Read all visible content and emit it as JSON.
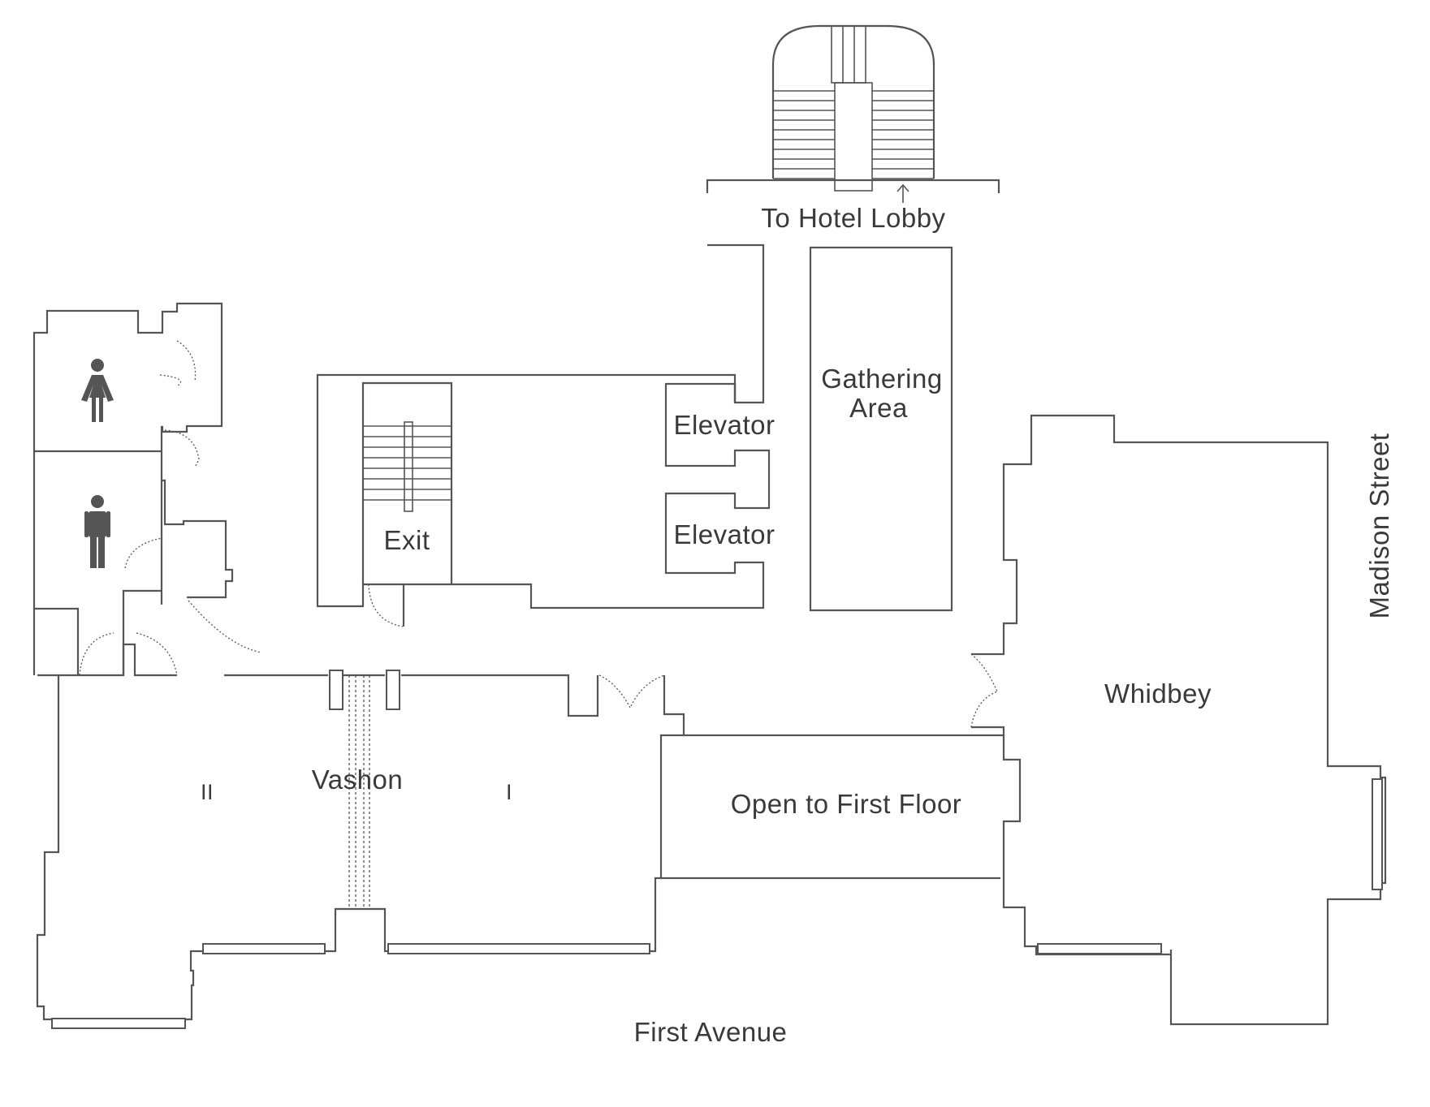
{
  "map": {
    "labels": {
      "to_hotel_lobby": "To Hotel Lobby",
      "gathering_area_line1": "Gathering",
      "gathering_area_line2": "Area",
      "elevator_upper": "Elevator",
      "elevator_lower": "Elevator",
      "exit": "Exit",
      "vashon": "Vashon",
      "section_ii": "II",
      "section_i": "I",
      "open_to_first_floor": "Open to First Floor",
      "whidbey": "Whidbey",
      "first_avenue": "First Avenue",
      "madison_street": "Madison Street"
    },
    "restrooms": {
      "women": "women-restroom-icon",
      "men": "men-restroom-icon"
    },
    "colors": {
      "lines": "#555555",
      "text": "#3a3a3a",
      "background": "#ffffff"
    }
  }
}
